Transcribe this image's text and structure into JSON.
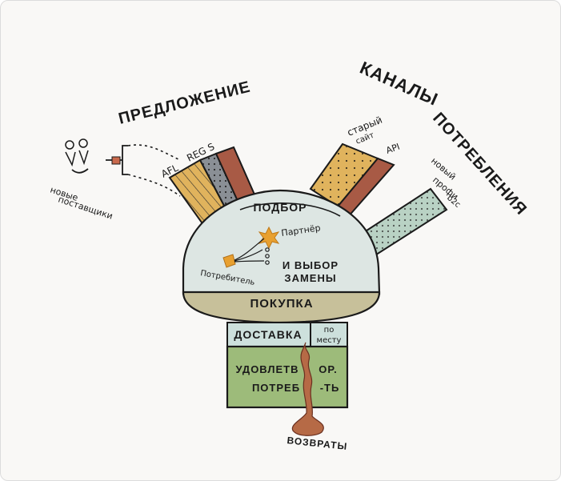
{
  "headings": {
    "supply": "ПРЕДЛОЖЕНИЕ",
    "channels_1": "КАНАЛЫ",
    "channels_2": "ПОТРЕБЛЕНИЯ"
  },
  "supply_side": {
    "new_suppliers_line1": "новые",
    "new_suppliers_line2": "поставщики",
    "afl_label": "AFL",
    "reg_label": "REG S"
  },
  "channels": {
    "old_site_line1": "старый",
    "old_site_line2": "сайт",
    "api_label": "API",
    "new_profi_line1": "новый",
    "new_profi_line2": "профи",
    "new_profi_line3": "b2c"
  },
  "stages": {
    "selection": "ПОДБОР",
    "partner": "Партнёр",
    "consumer": "Потребитель",
    "choice_line1": "И ВЫБОР",
    "choice_line2": "ЗАМЕНЫ",
    "purchase": "ПОКУПКА",
    "delivery": "ДОСТАВКА",
    "on_site_line1": "по",
    "on_site_line2": "месту",
    "satisfaction_line1_a": "УДОВЛЕТВ",
    "satisfaction_line1_b": "ОР.",
    "satisfaction_line2_a": "ПОТРЕБ",
    "satisfaction_line2_b": "-ТЬ",
    "returns": "ВОЗВРАТЫ"
  },
  "colors": {
    "dome": "#dde6e3",
    "purchase": "#c7c09a",
    "delivery": "#cde0dc",
    "satisfaction": "#9dbb7a",
    "returns_stream": "#b66a46",
    "ochre": "#e0b35d",
    "gray": "#8a8f95",
    "brick": "#a85a45",
    "sage": "#b9d2c4",
    "accent_orange": "#e8a030"
  }
}
